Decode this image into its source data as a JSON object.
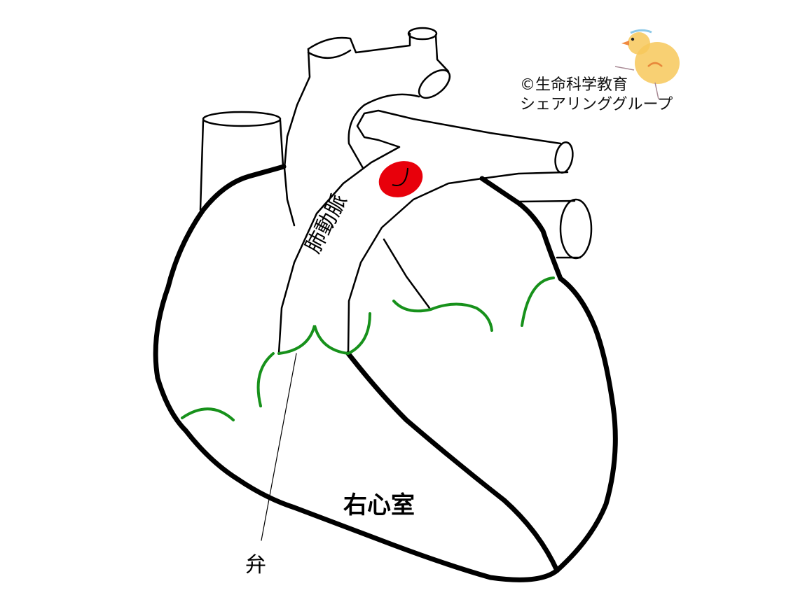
{
  "labels": {
    "pulmonary_artery": "肺動脈",
    "right_ventricle": "右心室",
    "valve": "弁"
  },
  "credit": {
    "line1": "©生命科学教育",
    "line2": "シェアリンググループ"
  },
  "colors": {
    "outline": "#000000",
    "vessel_marker": "#e8000b",
    "coronary": "#17911b",
    "chick": "#f5c04a"
  }
}
